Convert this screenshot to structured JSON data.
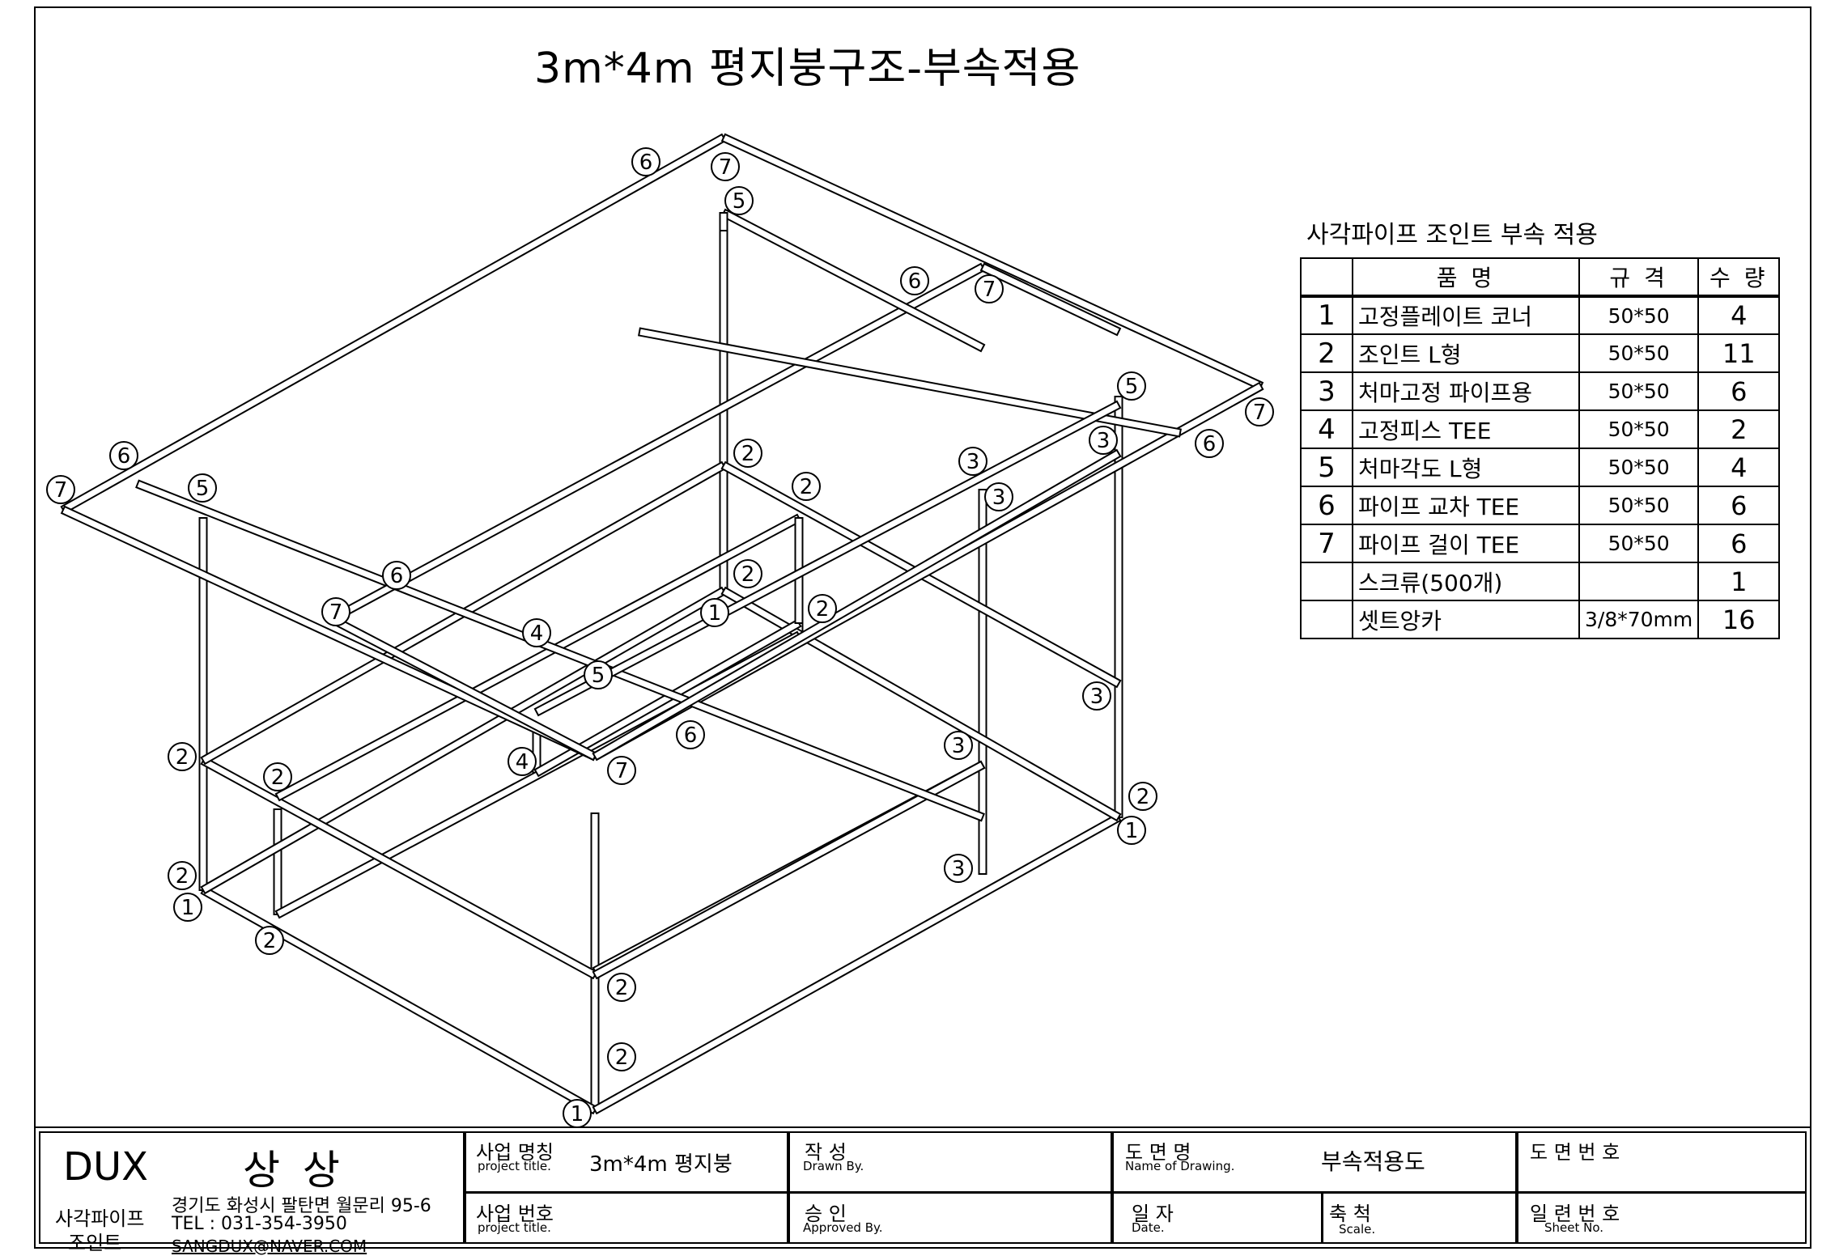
{
  "title": "3m*4m  평지붕구조-부속적용",
  "callouts": {
    "c1": "1",
    "c2": "2",
    "c3": "3",
    "c4": "4",
    "c5": "5",
    "c6": "6",
    "c7": "7"
  },
  "parts": {
    "heading": "사각파이프 조인트 부속 적용",
    "header": {
      "name": "품        명",
      "spec": "규    격",
      "qty": "수  량"
    },
    "rows": [
      {
        "no": "1",
        "name": "고정플레이트 코너",
        "spec": "50*50",
        "qty": "4"
      },
      {
        "no": "2",
        "name": "조인트 L형",
        "spec": "50*50",
        "qty": "11"
      },
      {
        "no": "3",
        "name": "처마고정 파이프용",
        "spec": "50*50",
        "qty": "6"
      },
      {
        "no": "4",
        "name": "고정피스 TEE",
        "spec": "50*50",
        "qty": "2"
      },
      {
        "no": "5",
        "name": "처마각도 L형",
        "spec": "50*50",
        "qty": "4"
      },
      {
        "no": "6",
        "name": "파이프 교차 TEE",
        "spec": "50*50",
        "qty": "6"
      },
      {
        "no": "7",
        "name": "파이프 걸이 TEE",
        "spec": "50*50",
        "qty": "6"
      },
      {
        "no": "",
        "name": "스크류(500개)",
        "spec": "",
        "qty": "1"
      },
      {
        "no": "",
        "name": "셋트앙카",
        "spec": "3/8*70mm",
        "qty": "16"
      }
    ]
  },
  "title_block": {
    "company": "DUX",
    "company_kr": "상 상",
    "product_line1": "사각파이프",
    "product_line2": "조인트",
    "address": "경기도 화성시 팔탄면 월문리 95-6",
    "tel": "TEL : 031-354-3950",
    "email": "SANGDUX@NAVER.COM",
    "project_name_label": "사업 명칭",
    "project_name_sub": "project title.",
    "project_name_value": "3m*4m  평지붕",
    "project_no_label": "사업 번호",
    "project_no_sub": "project title.",
    "drawn_label": "작    성",
    "drawn_sub": "Drawn By.",
    "approved_label": "승    인",
    "approved_sub": "Approved By.",
    "drawing_name_label": "도  면  명",
    "drawing_name_sub": "Name of Drawing.",
    "drawing_name_value": "부속적용도",
    "date_label": "일    자",
    "date_sub": "Date.",
    "scale_label": "축    척",
    "scale_sub": "Scale.",
    "drawing_no_label": "도 면 번 호",
    "sheet_no_label": "일 련 번 호",
    "sheet_no_sub": "Sheet No."
  }
}
